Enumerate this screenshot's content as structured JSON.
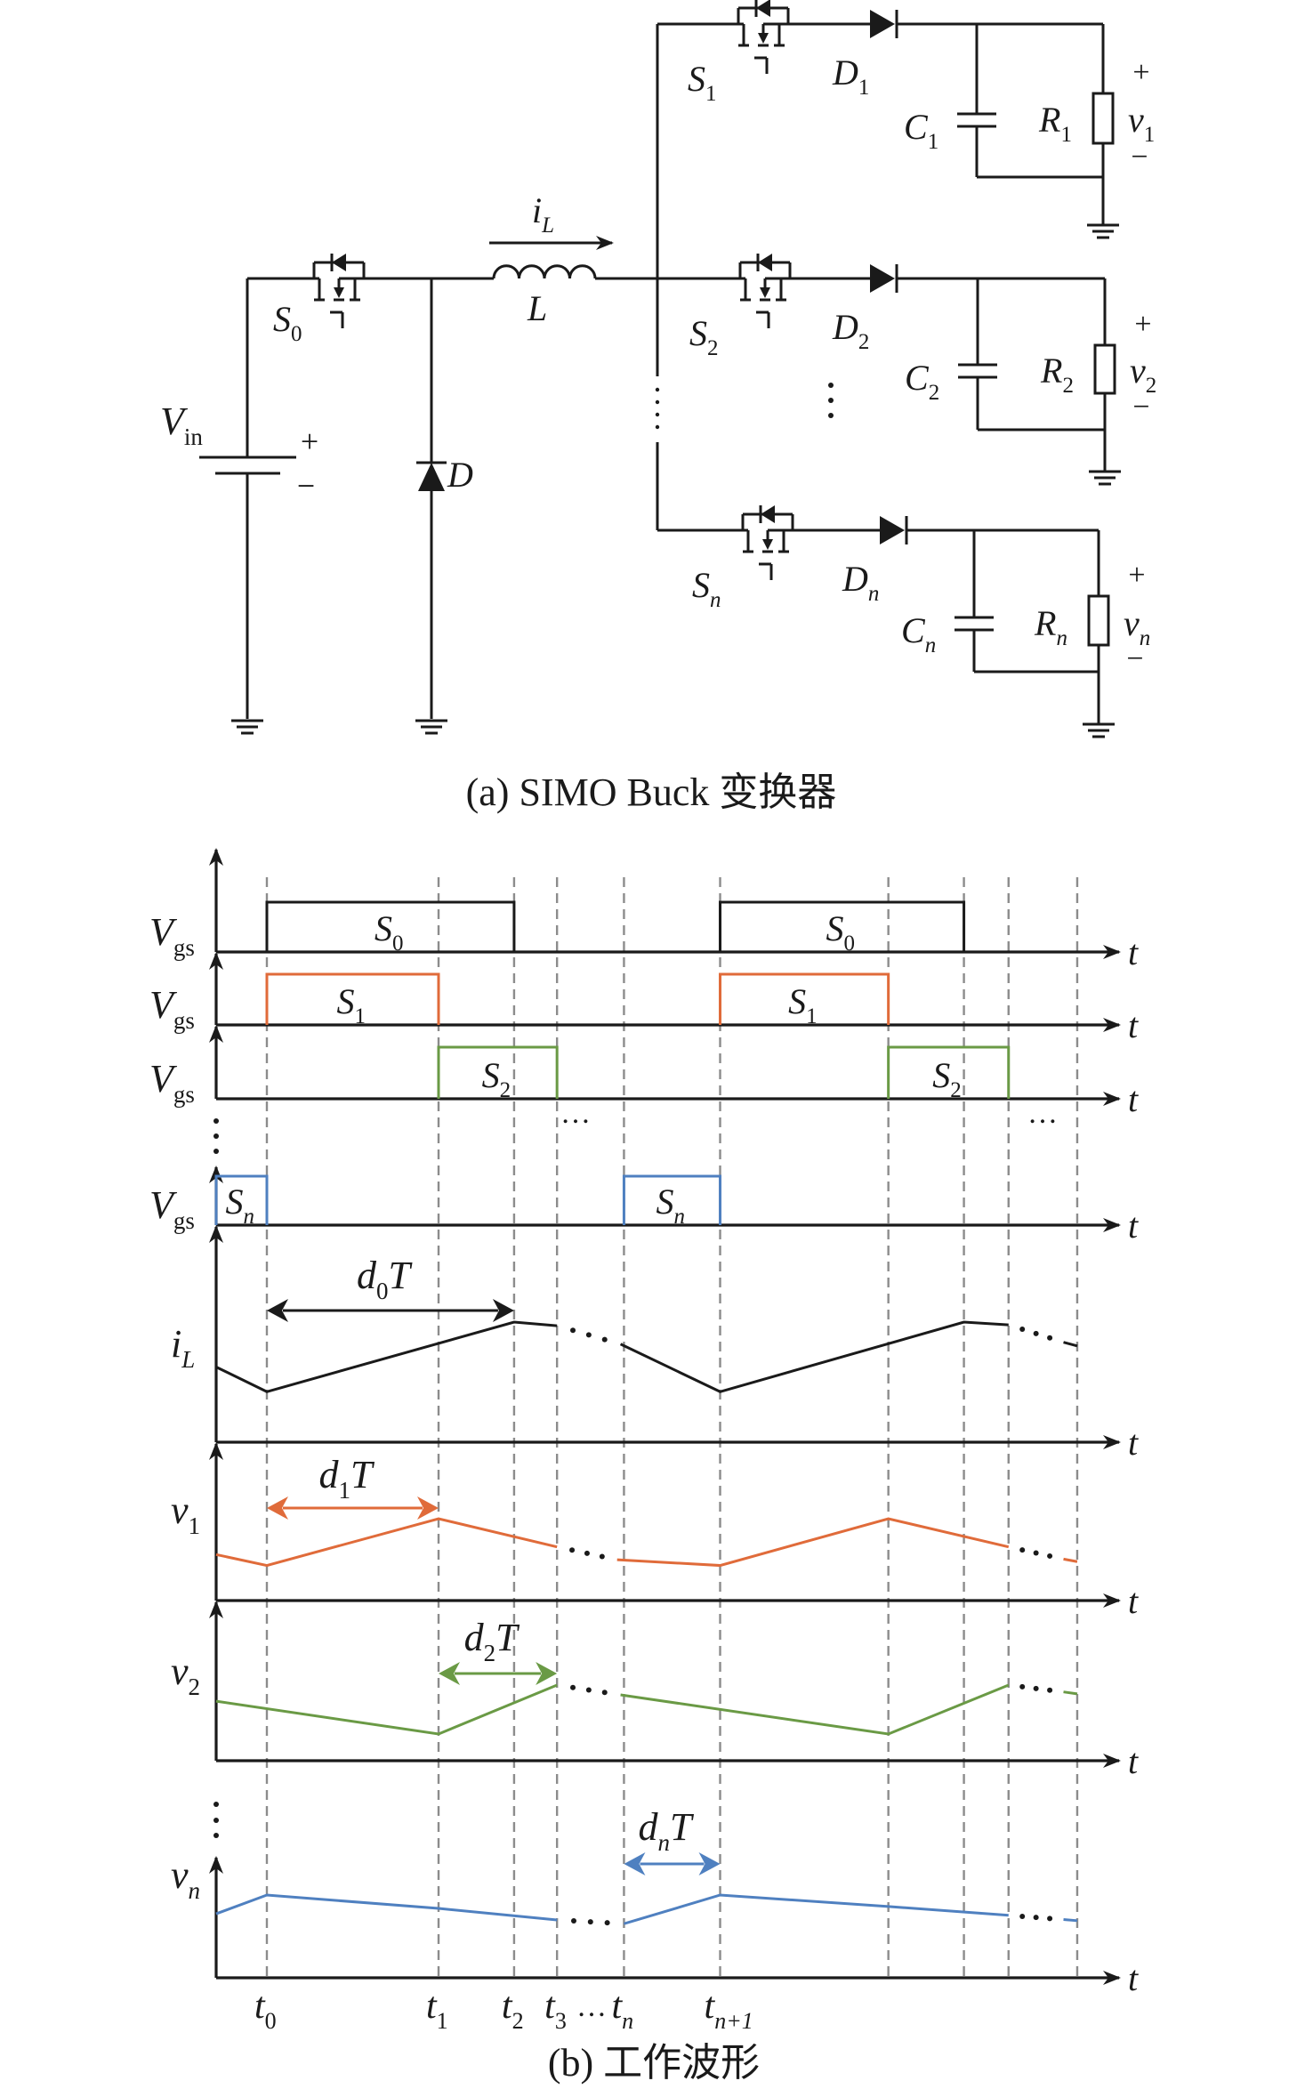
{
  "colors": {
    "ink": "#1a1a1a",
    "grid": "#8c8c8c",
    "s1_orange": "#E06B3A",
    "s2_green": "#6A9A45",
    "sn_blue": "#4F80C0"
  },
  "circuit": {
    "caption": "(a) SIMO Buck 变换器",
    "source": {
      "symbol": "V",
      "sub": "in",
      "plus": "+",
      "minus": "−"
    },
    "main_switch": {
      "symbol": "S",
      "sub": "0"
    },
    "freewheel_diode": {
      "symbol": "D"
    },
    "inductor": {
      "symbol": "L"
    },
    "inductor_current": {
      "symbol": "i",
      "sub": "L"
    },
    "branches": [
      {
        "switch": {
          "symbol": "S",
          "sub": "1"
        },
        "diode": {
          "symbol": "D",
          "sub": "1"
        },
        "cap": {
          "symbol": "C",
          "sub": "1"
        },
        "load": {
          "symbol": "R",
          "sub": "1"
        },
        "vout": {
          "symbol": "v",
          "sub": "1"
        },
        "plus": "+",
        "minus": "−"
      },
      {
        "switch": {
          "symbol": "S",
          "sub": "2"
        },
        "diode": {
          "symbol": "D",
          "sub": "2"
        },
        "cap": {
          "symbol": "C",
          "sub": "2"
        },
        "load": {
          "symbol": "R",
          "sub": "2"
        },
        "vout": {
          "symbol": "v",
          "sub": "2"
        },
        "plus": "+",
        "minus": "−"
      },
      {
        "switch": {
          "symbol": "S",
          "sub": "n"
        },
        "diode": {
          "symbol": "D",
          "sub": "n"
        },
        "cap": {
          "symbol": "C",
          "sub": "n"
        },
        "load": {
          "symbol": "R",
          "sub": "n"
        },
        "vout": {
          "symbol": "v",
          "sub": "n"
        },
        "plus": "+",
        "minus": "−"
      }
    ],
    "ellipsis": "⋮"
  },
  "waveforms": {
    "caption": "(b) 工作波形",
    "time_axis_label": "t",
    "gate_label": {
      "symbol": "V",
      "sub": "gs"
    },
    "time_marks": [
      {
        "symbol": "t",
        "sub": "0",
        "t": 0
      },
      {
        "symbol": "t",
        "sub": "1",
        "t": 1.0
      },
      {
        "symbol": "t",
        "sub": "2",
        "t": 1.44
      },
      {
        "symbol": "t",
        "sub": "3",
        "t": 1.69
      },
      {
        "symbol": "t",
        "sub": "n",
        "t": 2.08
      },
      {
        "symbol": "t",
        "sub": "n+1",
        "t": 2.64
      }
    ],
    "extra_grid_t": [
      3.62,
      4.06,
      4.32,
      4.72
    ],
    "ellipsis_between": "…",
    "gate_signals": [
      {
        "name": "S",
        "sub": "0",
        "color_key": "ink",
        "pulses": [
          [
            0,
            1.44
          ],
          [
            2.64,
            4.06
          ]
        ]
      },
      {
        "name": "S",
        "sub": "1",
        "color_key": "s1_orange",
        "pulses": [
          [
            0,
            1.0
          ],
          [
            2.64,
            3.62
          ]
        ]
      },
      {
        "name": "S",
        "sub": "2",
        "color_key": "s2_green",
        "pulses": [
          [
            1.0,
            1.69
          ],
          [
            3.62,
            4.32
          ]
        ]
      },
      {
        "name": "S",
        "sub": "n",
        "color_key": "sn_blue",
        "pulses": [
          [
            -0.3,
            0
          ],
          [
            2.08,
            2.64
          ]
        ]
      }
    ],
    "chart_data": [
      {
        "type": "line",
        "title": "i_L",
        "label": {
          "symbol": "i",
          "sub": "L"
        },
        "color_key": "ink",
        "xlabel": "t",
        "ylim": [
          0,
          1
        ],
        "segments": [
          [
            [
              -0.3,
              0.51
            ],
            [
              0,
              0.24
            ],
            [
              1.44,
              1.0
            ],
            [
              1.69,
              0.96
            ]
          ],
          [
            [
              2.06,
              0.76
            ],
            [
              2.64,
              0.24
            ],
            [
              4.06,
              1.0
            ],
            [
              4.32,
              0.97
            ]
          ],
          [
            [
              4.64,
              0.78
            ],
            [
              4.72,
              0.74
            ]
          ]
        ],
        "gaps": [
          [
            1.69,
            2.06
          ],
          [
            4.32,
            4.64
          ]
        ],
        "annotation": {
          "symbol": "d",
          "sub": "0",
          "suffix": "T",
          "from": 0,
          "to": 1.44
        }
      },
      {
        "type": "line",
        "title": "v_1",
        "label": {
          "symbol": "v",
          "sub": "1"
        },
        "color_key": "s1_orange",
        "xlabel": "t",
        "ylim": [
          0,
          1
        ],
        "segments": [
          [
            [
              -0.3,
              0.44
            ],
            [
              0,
              0.27
            ],
            [
              1.0,
              1.0
            ],
            [
              1.69,
              0.56
            ]
          ],
          [
            [
              2.04,
              0.36
            ],
            [
              2.64,
              0.27
            ],
            [
              3.62,
              1.0
            ],
            [
              4.32,
              0.56
            ]
          ],
          [
            [
              4.64,
              0.37
            ],
            [
              4.72,
              0.33
            ]
          ]
        ],
        "gaps": [
          [
            1.69,
            2.04
          ],
          [
            4.32,
            4.64
          ]
        ],
        "annotation": {
          "symbol": "d",
          "sub": "1",
          "suffix": "T",
          "from": 0,
          "to": 1.0
        }
      },
      {
        "type": "line",
        "title": "v_2",
        "label": {
          "symbol": "v",
          "sub": "2"
        },
        "color_key": "s2_green",
        "xlabel": "t",
        "ylim": [
          0,
          1
        ],
        "segments": [
          [
            [
              -0.3,
              0.67
            ],
            [
              1.0,
              0.0
            ],
            [
              1.69,
              1.0
            ]
          ],
          [
            [
              2.06,
              0.8
            ],
            [
              3.62,
              0.0
            ],
            [
              4.32,
              1.0
            ]
          ],
          [
            [
              4.64,
              0.86
            ],
            [
              4.72,
              0.82
            ]
          ]
        ],
        "gaps": [
          [
            1.69,
            2.06
          ],
          [
            4.32,
            4.64
          ]
        ],
        "annotation": {
          "symbol": "d",
          "sub": "2",
          "suffix": "T",
          "from": 1.0,
          "to": 1.69
        }
      },
      {
        "type": "line",
        "title": "v_n",
        "label": {
          "symbol": "v",
          "sub": "n"
        },
        "color_key": "sn_blue",
        "xlabel": "t",
        "ylim": [
          0,
          1
        ],
        "segments": [
          [
            [
              -0.3,
              0.51
            ],
            [
              0,
              1.0
            ],
            [
              1.0,
              0.65
            ],
            [
              1.69,
              0.35
            ]
          ],
          [
            [
              2.08,
              0.25
            ],
            [
              2.64,
              1.0
            ],
            [
              3.62,
              0.7
            ],
            [
              4.32,
              0.47
            ]
          ],
          [
            [
              4.64,
              0.36
            ],
            [
              4.72,
              0.33
            ]
          ]
        ],
        "gaps": [
          [
            1.69,
            2.08
          ],
          [
            4.32,
            4.64
          ]
        ],
        "annotation": {
          "symbol": "d",
          "sub": "n",
          "suffix": "T",
          "from": 2.08,
          "to": 2.64
        }
      }
    ]
  }
}
